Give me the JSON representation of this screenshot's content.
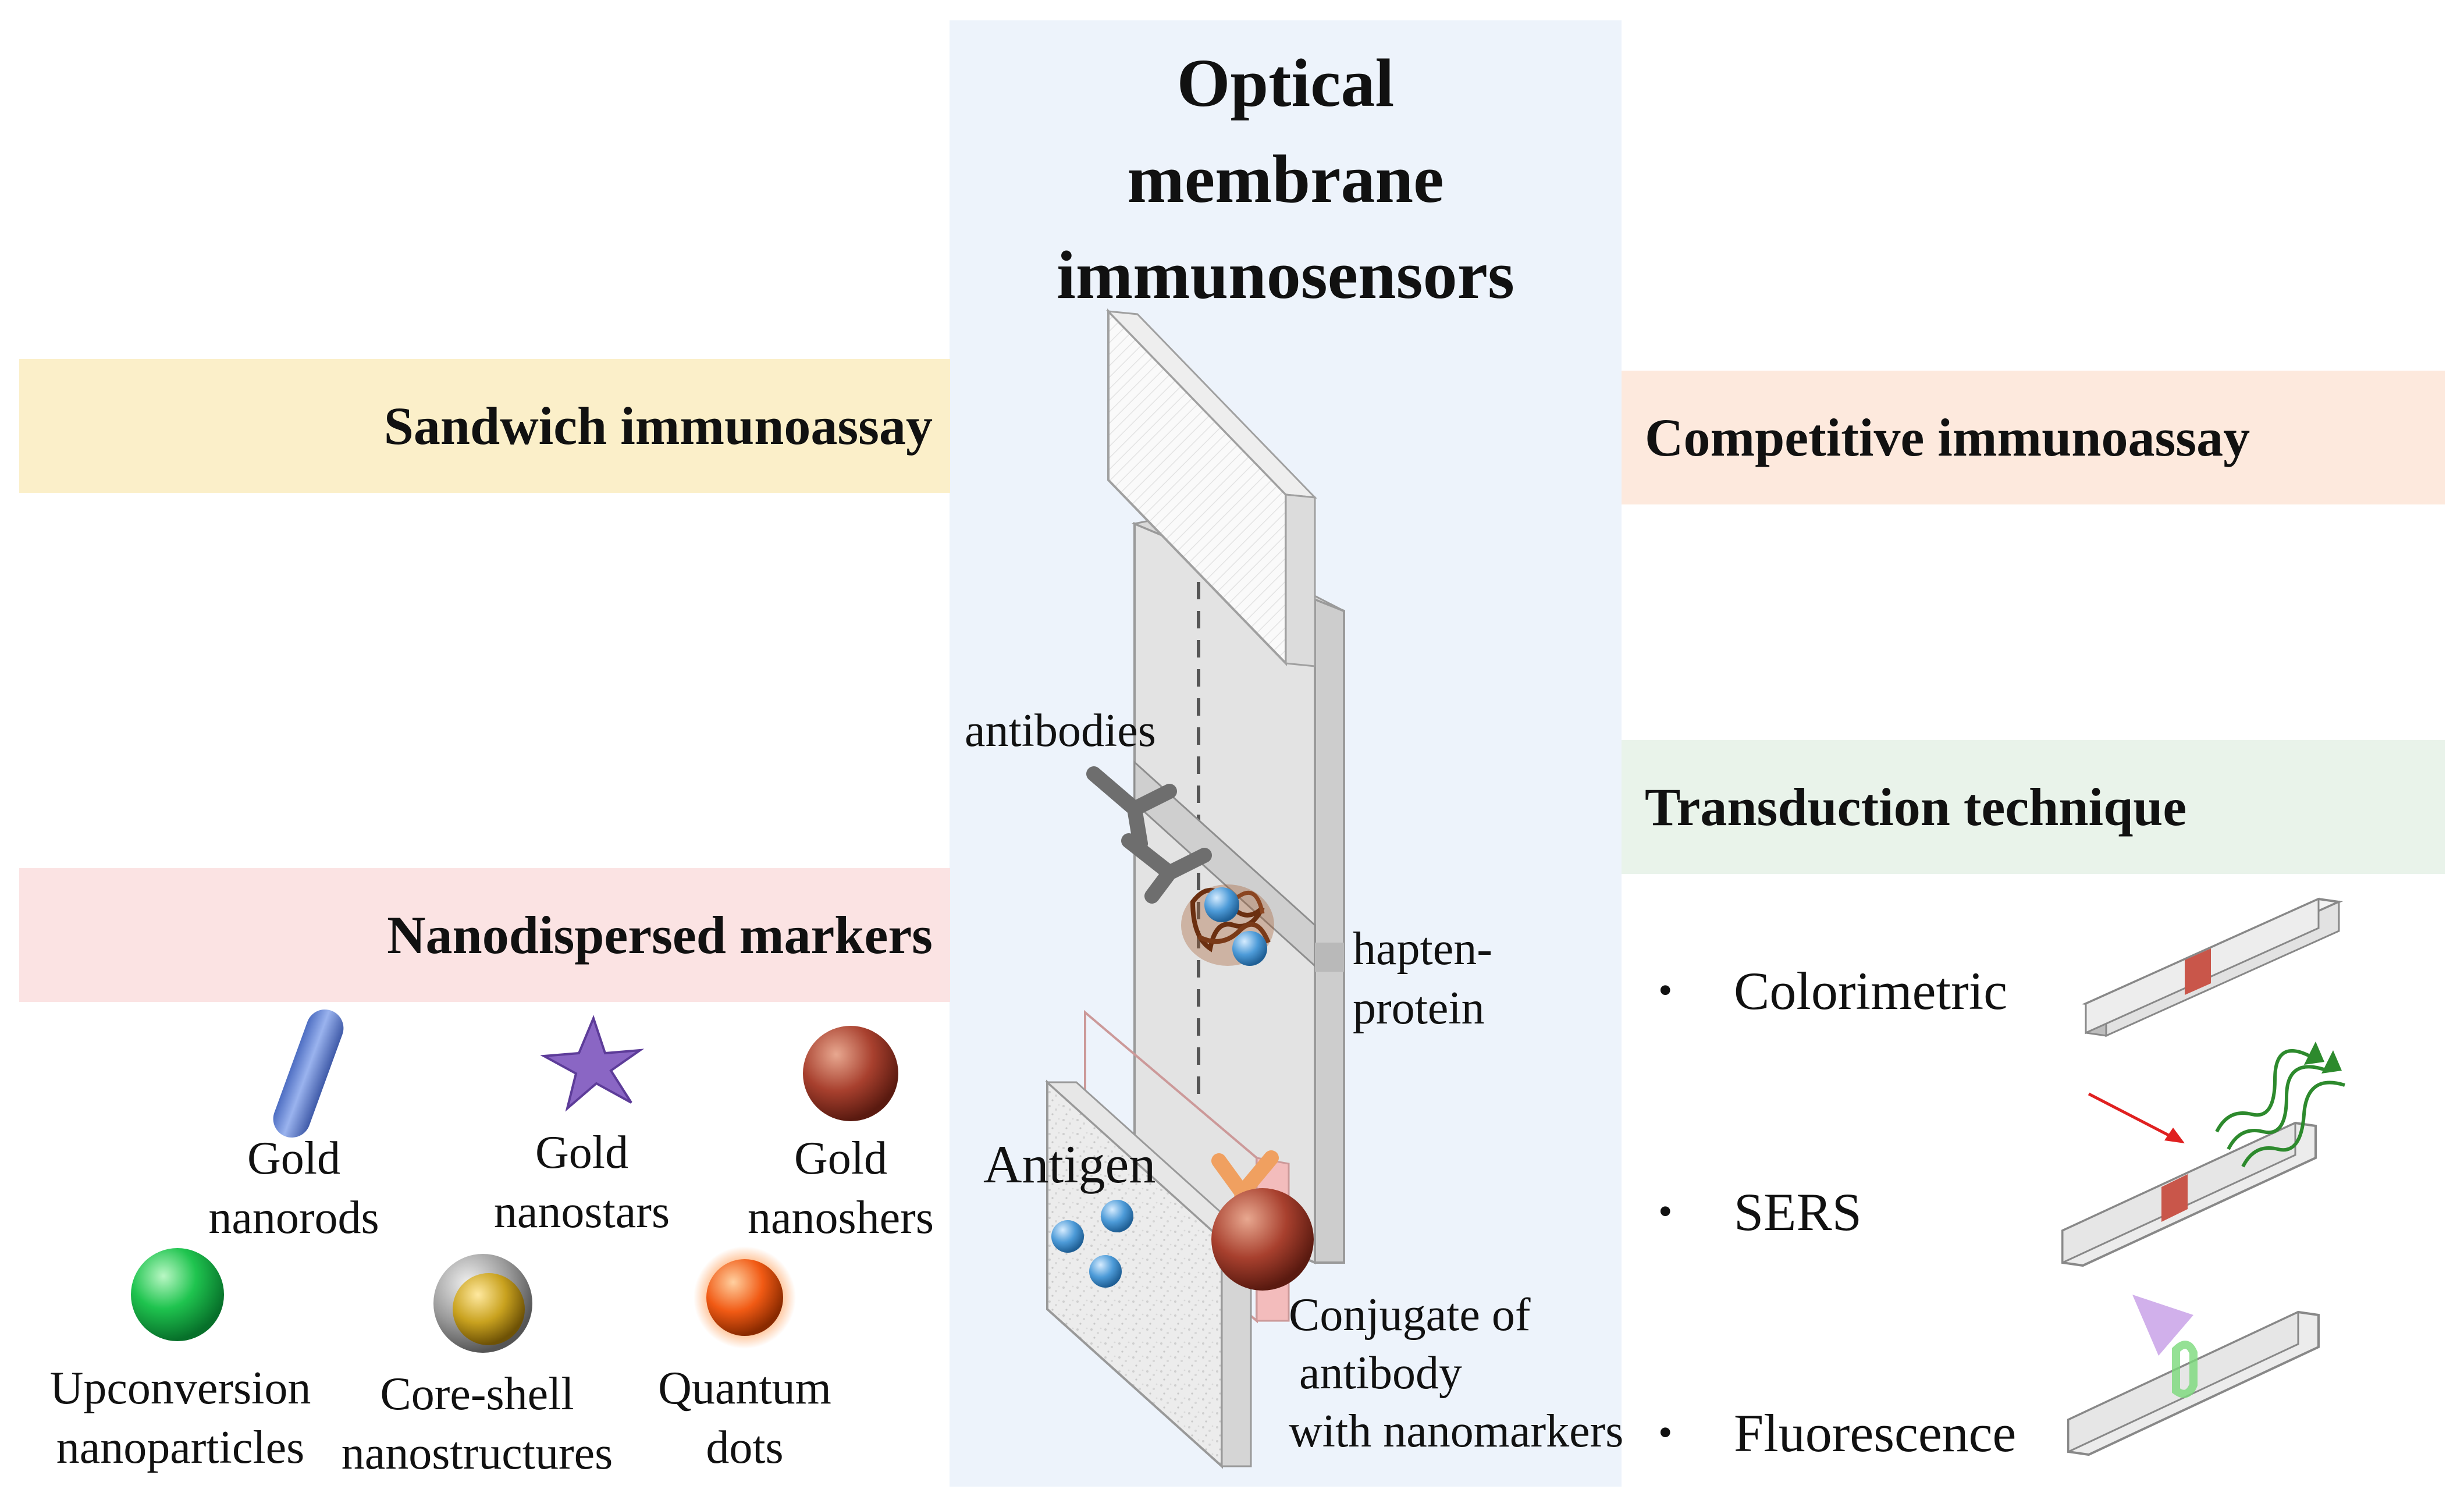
{
  "title": {
    "line1": "Optical",
    "line2": "membrane",
    "line3": "immunosensors"
  },
  "bands": {
    "sandwich": "Sandwich immunoassay",
    "nanodispersed": "Nanodispersed markers",
    "competitive": "Competitive immunoassay",
    "transduction": "Transduction technique"
  },
  "strip_labels": {
    "antibodies": "antibodies",
    "hapten_line1": "hapten-",
    "hapten_line2": "protein",
    "antigen": "Antigen",
    "conjugate_line1": "Conjugate of",
    "conjugate_line2": "antibody",
    "conjugate_line3": "with nanomarkers"
  },
  "markers": [
    {
      "line1": "Gold",
      "line2": "nanorods",
      "color": "#6f8fd6"
    },
    {
      "line1": "Gold",
      "line2": "nanostars",
      "color": "#8a66c4"
    },
    {
      "line1": "Gold",
      "line2": "nanoshers",
      "color": "#b24a3a"
    },
    {
      "line1": "Upconversion",
      "line2": "nanoparticles",
      "color": "#1fc44f"
    },
    {
      "line1": "Core-shell",
      "line2": "nanostructures",
      "color": "#c7a227"
    },
    {
      "line1": "Quantum",
      "line2": "dots",
      "color": "#f15a14"
    }
  ],
  "techniques": [
    {
      "bullet": "•",
      "label": "Colorimetric"
    },
    {
      "bullet": "•",
      "label": "SERS"
    },
    {
      "bullet": "•",
      "label": "Fluorescence"
    }
  ]
}
